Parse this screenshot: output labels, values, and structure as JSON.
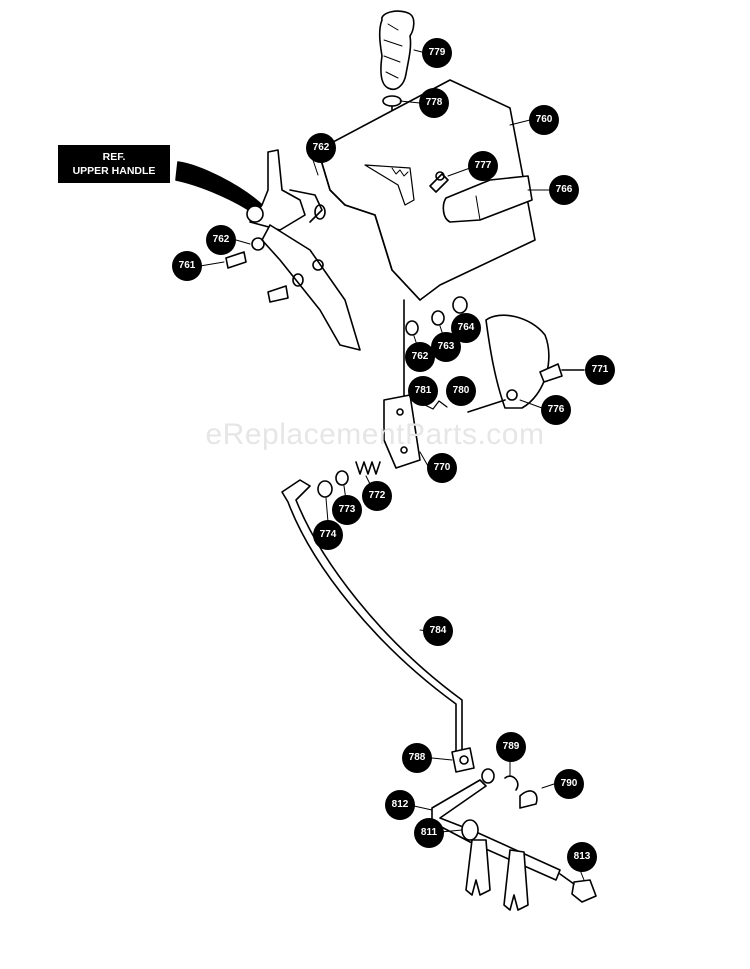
{
  "watermark": "eReplacementParts.com",
  "ref_label": {
    "line1": "REF.",
    "line2": "UPPER HANDLE"
  },
  "callouts": [
    "779",
    "778",
    "760",
    "762",
    "777",
    "766",
    "762",
    "761",
    "764",
    "763",
    "762",
    "771",
    "781",
    "780",
    "776",
    "770",
    "772",
    "773",
    "774",
    "784",
    "788",
    "789",
    "790",
    "812",
    "811",
    "813"
  ]
}
